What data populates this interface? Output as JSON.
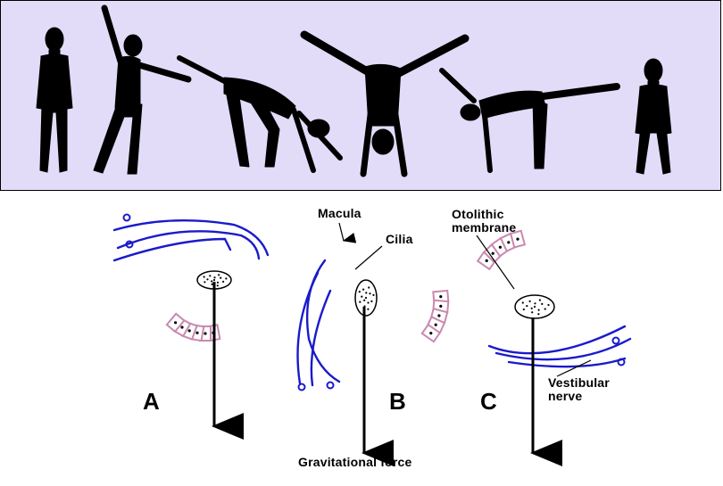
{
  "colors": {
    "top_background": "#e2dcf8",
    "silhouette": "#000000",
    "cell_ring": "#c889b0",
    "hair_cell": "#9b1c22",
    "nerve": "#1a1acc",
    "arrow": "#000000"
  },
  "figures": {
    "poses": [
      "standing",
      "arms-raised",
      "bending",
      "handstand",
      "bending-reverse",
      "standing"
    ]
  },
  "labels": {
    "macula": "Macula",
    "cilia": "Cilia",
    "otolithic_membrane": "Otolithic\nmembrane",
    "vestibular_nerve": "Vestibular\nnerve",
    "gravitational_force": "Gravitational force",
    "panel_a": "A",
    "panel_b": "B",
    "panel_c": "C"
  }
}
